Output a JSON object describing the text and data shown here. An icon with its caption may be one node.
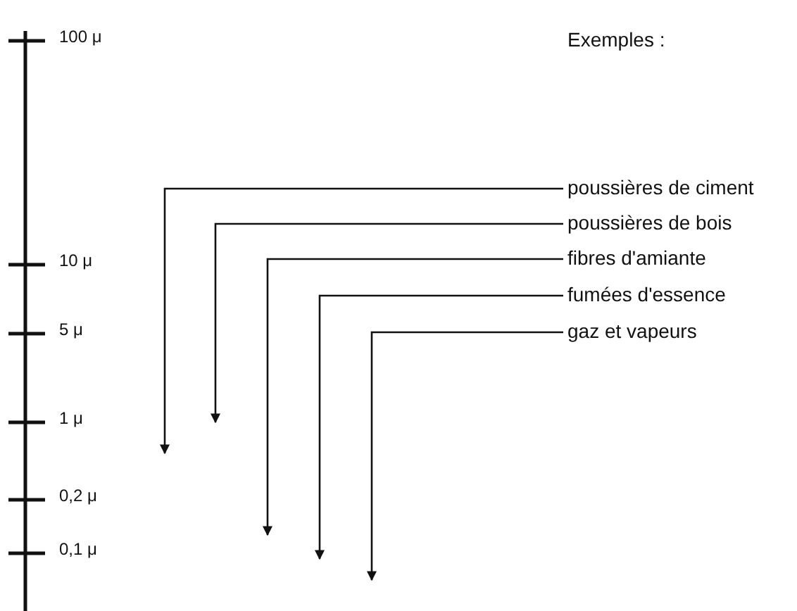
{
  "diagram": {
    "nodes": [
      {
        "text": [
          "poussières de ciment"
        ]
      },
      {
        "text": [
          "poussières de bois"
        ]
      },
      {
        "text": [
          "fibres d'amiante"
        ]
      },
      {
        "text": [
          "fumées d'essence"
        ]
      },
      {
        "text": [
          "gaz et vapeurs"
        ]
      }
    ],
    "edges": [
      {
        "from": 0,
        "to": null,
        "arrow": "to"
      },
      {
        "from": 1,
        "to": null,
        "arrow": "to"
      },
      {
        "from": 2,
        "to": null,
        "arrow": "to"
      },
      {
        "from": 3,
        "to": null,
        "arrow": "to"
      },
      {
        "from": 4,
        "to": null,
        "arrow": "to"
      }
    ],
    "labels": [
      "100 μ",
      "Exemples :",
      "10 μ",
      "5 μ",
      "1 μ",
      "0,2 μ",
      "0,1 μ"
    ]
  }
}
